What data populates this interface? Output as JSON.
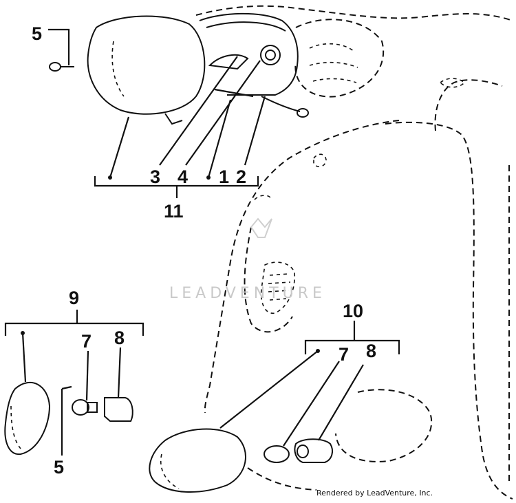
{
  "callouts": {
    "top_left_5": "5",
    "c3": "3",
    "c4": "4",
    "c1": "1",
    "c2": "2",
    "c11": "11",
    "c9": "9",
    "left_7": "7",
    "left_8": "8",
    "left_5": "5",
    "c10": "10",
    "right_7": "7",
    "right_8": "8"
  },
  "watermark": "LEADVENTURE",
  "footer": "Rendered by LeadVenture, Inc."
}
